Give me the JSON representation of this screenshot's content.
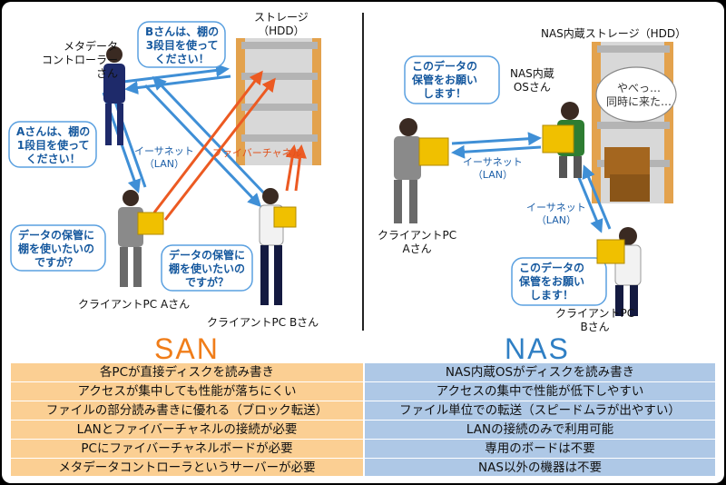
{
  "san": {
    "heading": "SAN",
    "storage_label": "ストレージ\n（HDD）",
    "controller_label": "メタデータ\nコントローラー\nさん",
    "bubble_controller_b": "Bさんは、棚の\n3段目を使って\nください！",
    "bubble_controller_a": "Aさんは、棚の\n1段目を使って\nください！",
    "bubble_client_a": "データの保管に\n棚を使いたいの\nですが？",
    "bubble_client_b": "データの保管に\n棚を使いたいの\nですが？",
    "ethernet_label": "イーサネット\n（LAN）",
    "fiber_label": "ファイバーチャネル",
    "client_a_label": "クライアントPC Aさん",
    "client_b_label": "クライアントPC Bさん",
    "features": [
      "各PCが直接ディスクを読み書き",
      "アクセスが集中しても性能が落ちにくい",
      "ファイルの部分読み書きに優れる（ブロック転送）",
      "LANとファイバーチャネルの接続が必要",
      "PCにファイバーチャネルボードが必要",
      "メタデータコントローラというサーバーが必要"
    ]
  },
  "nas": {
    "heading": "NAS",
    "storage_label": "NAS内蔵ストレージ（HDD）",
    "os_label": "NAS内蔵\nOSさん",
    "thought": "やべっ…\n同時に来た…",
    "bubble_client_a": "このデータの\n保管をお願い\nします！",
    "bubble_client_b": "このデータの\n保管をお願い\nします！",
    "ethernet_label_1": "イーサネット\n（LAN）",
    "ethernet_label_2": "イーサネット\n（LAN）",
    "client_a_label": "クライアントPC\nAさん",
    "client_b_label": "クライアントPC\nBさん",
    "features": [
      "NAS内蔵OSがディスクを読み書き",
      "アクセスの集中で性能が低下しやすい",
      "ファイル単位での転送（スピードムラが出やすい）",
      "LANの接続のみで利用可能",
      "専用のボードは不要",
      "NAS以外の機器は不要"
    ]
  }
}
